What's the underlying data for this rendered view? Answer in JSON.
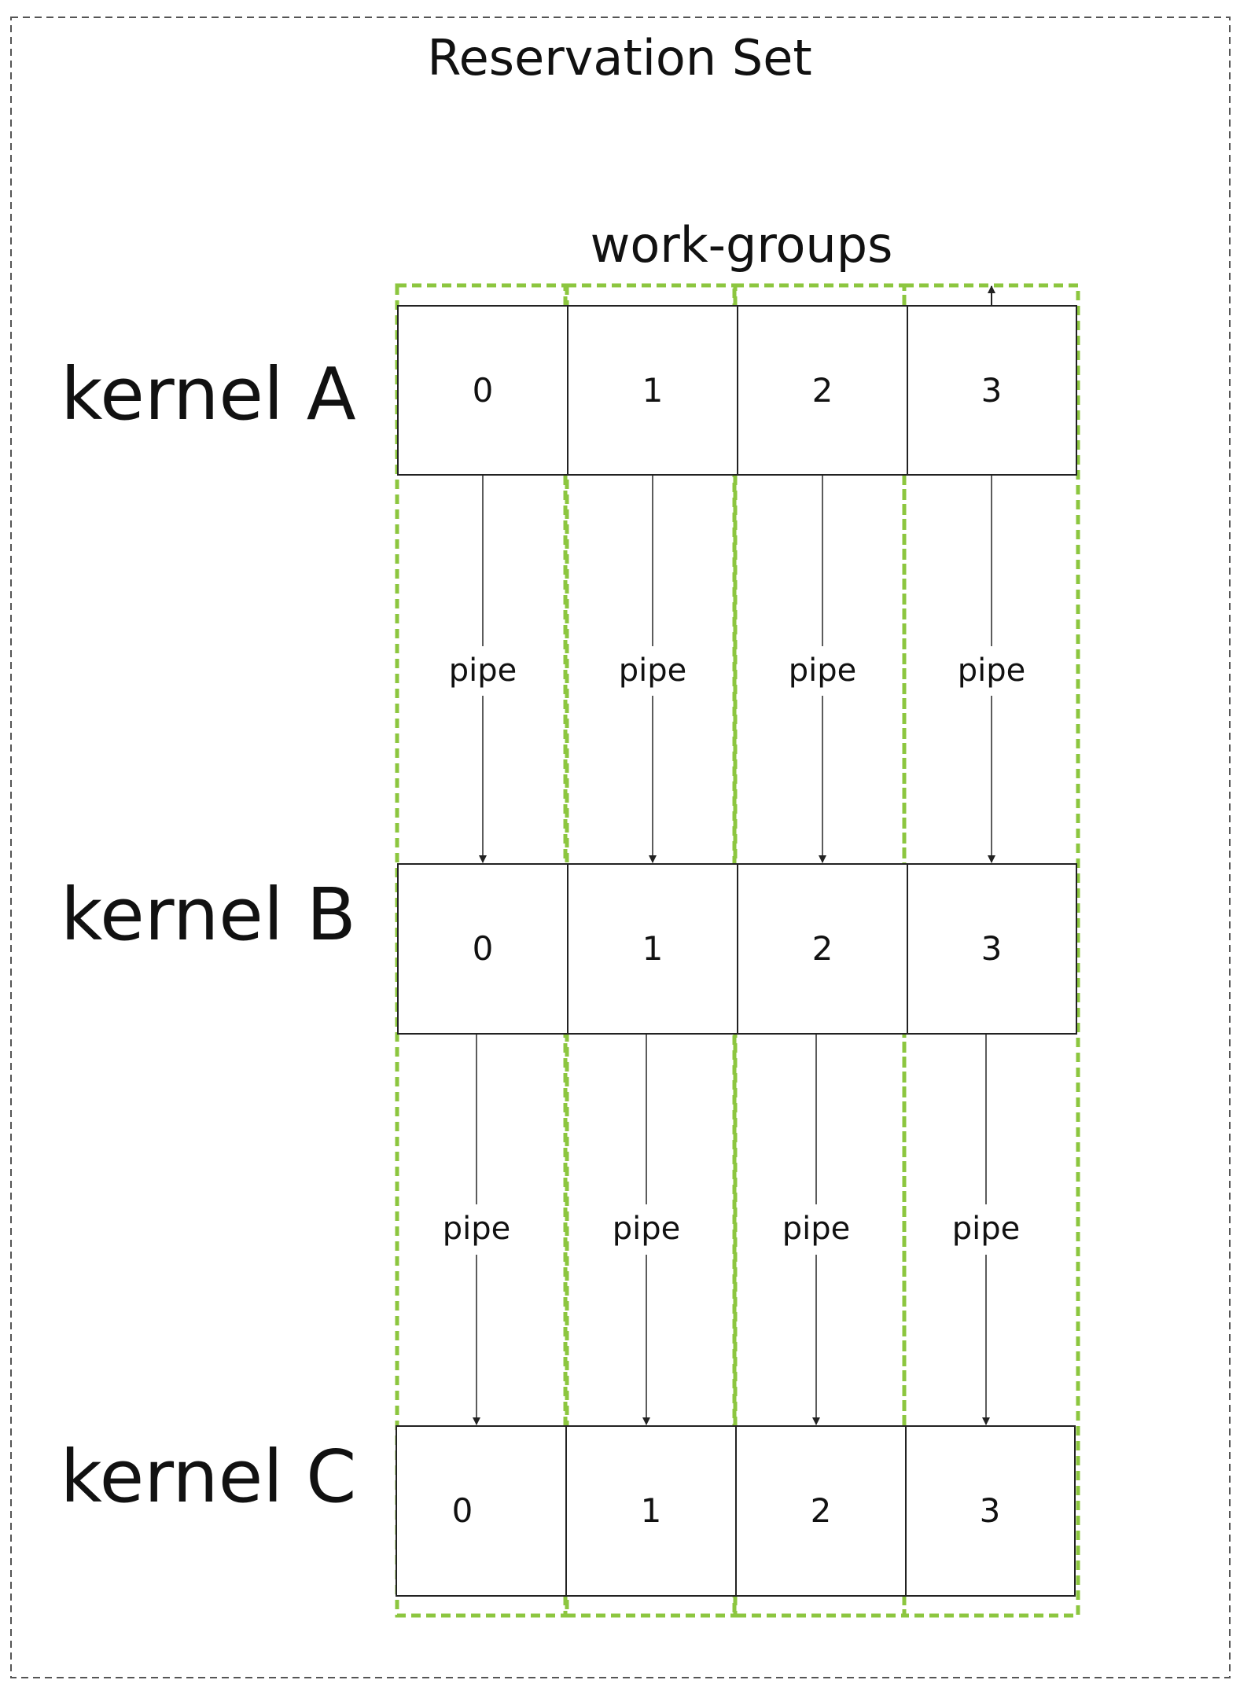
{
  "title": "Reservation Set",
  "axis_label": "work-groups",
  "kernels": [
    {
      "label": "kernel A",
      "workgroups": [
        "0",
        "1",
        "2",
        "3"
      ]
    },
    {
      "label": "kernel B",
      "workgroups": [
        "0",
        "1",
        "2",
        "3"
      ]
    },
    {
      "label": "kernel C",
      "workgroups": [
        "0",
        "1",
        "2",
        "3"
      ]
    }
  ],
  "pipes": [
    {
      "from": "kernel A",
      "to": "kernel B",
      "labels": [
        "pipe",
        "pipe",
        "pipe",
        "pipe"
      ]
    },
    {
      "from": "kernel B",
      "to": "kernel C",
      "labels": [
        "pipe",
        "pipe",
        "pipe",
        "pipe"
      ]
    }
  ],
  "colors": {
    "group_outline": "#8cc63f",
    "frame": "#555555",
    "line": "#333333"
  }
}
